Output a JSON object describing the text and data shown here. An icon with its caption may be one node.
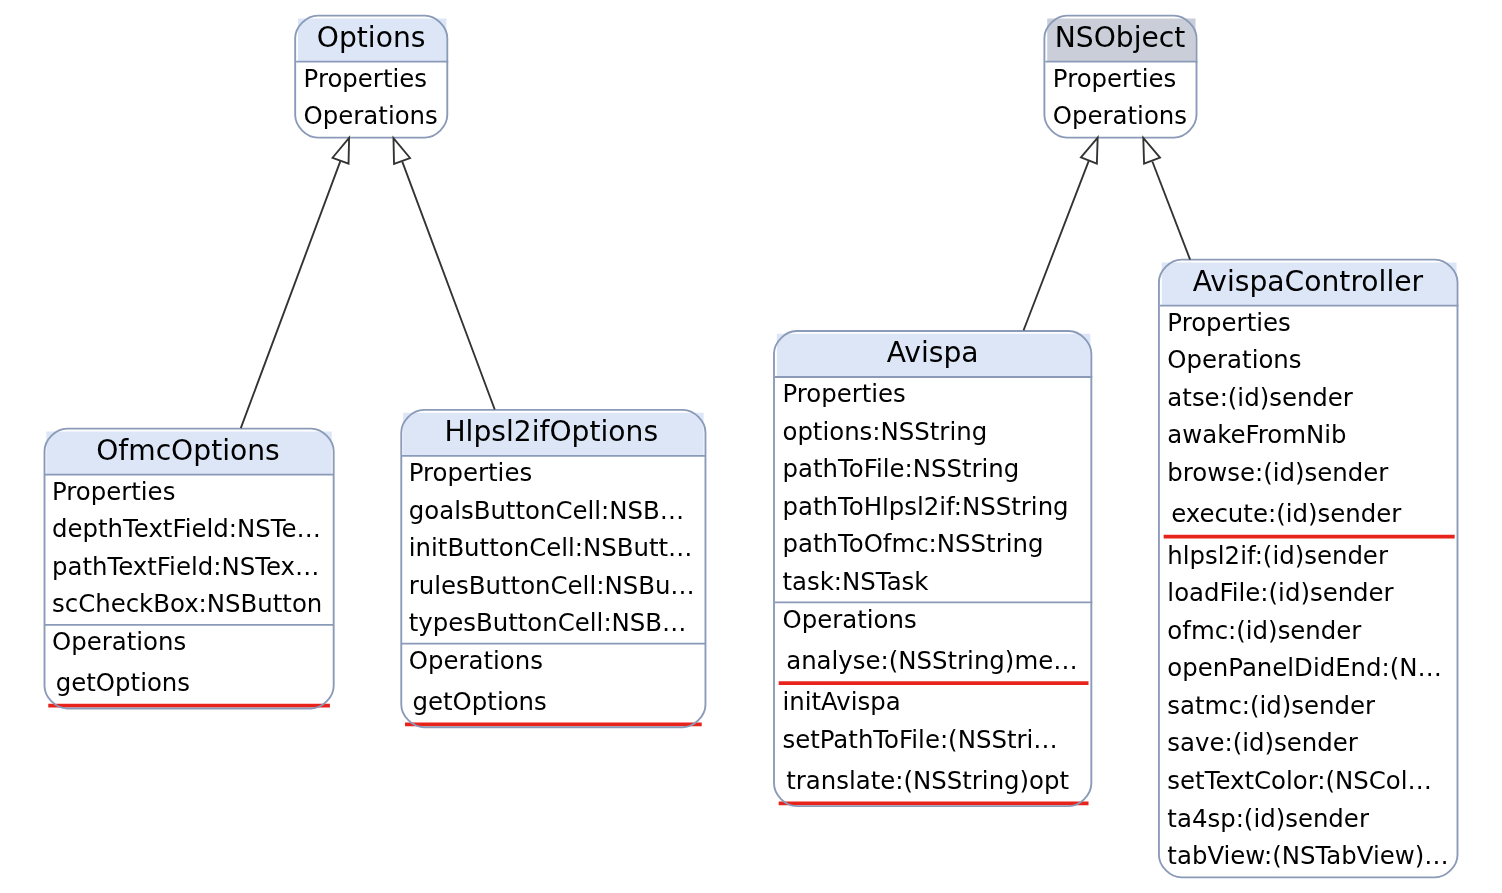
{
  "diagram": {
    "nodes": [
      {
        "text": [
          "Options",
          "Properties",
          "Operations"
        ]
      },
      {
        "text": [
          "NSObject",
          "Properties",
          "Operations"
        ]
      },
      {
        "text": [
          "OfmcOptions",
          "Properties",
          "depthTextField:NSTe…",
          "pathTextField:NSTex…",
          "scCheckBox:NSButton",
          "Operations",
          "getOptions"
        ]
      },
      {
        "text": [
          "Hlpsl2ifOptions",
          "Properties",
          "goalsButtonCell:NSB…",
          "initButtonCell:NSButt…",
          "rulesButtonCell:NSBu…",
          "typesButtonCell:NSB…",
          "Operations",
          "getOptions"
        ]
      },
      {
        "text": [
          "Avispa",
          "Properties",
          "options:NSString",
          "pathToFile:NSString",
          "pathToHlpsl2if:NSString",
          "pathToOfmc:NSString",
          "task:NSTask",
          "Operations",
          "analyse:(NSString)me…",
          "initAvispa",
          "setPathToFile:(NSStri…",
          "translate:(NSString)opt"
        ]
      },
      {
        "text": [
          "AvispaController",
          "Properties",
          "Operations",
          "atse:(id)sender",
          "awakeFromNib",
          "browse:(id)sender",
          "execute:(id)sender",
          "hlpsl2if:(id)sender",
          "loadFile:(id)sender",
          "ofmc:(id)sender",
          "openPanelDidEnd:(N…",
          "satmc:(id)sender",
          "save:(id)sender",
          "setTextColor:(NSCol…",
          "ta4sp:(id)sender",
          "tabView:(NSTabView)…"
        ]
      }
    ],
    "edges": [
      {
        "from": 2,
        "to": 0,
        "arrow": "to"
      },
      {
        "from": 3,
        "to": 0,
        "arrow": "to"
      },
      {
        "from": 4,
        "to": 1,
        "arrow": "to"
      },
      {
        "from": 5,
        "to": 1,
        "arrow": "to"
      }
    ]
  }
}
